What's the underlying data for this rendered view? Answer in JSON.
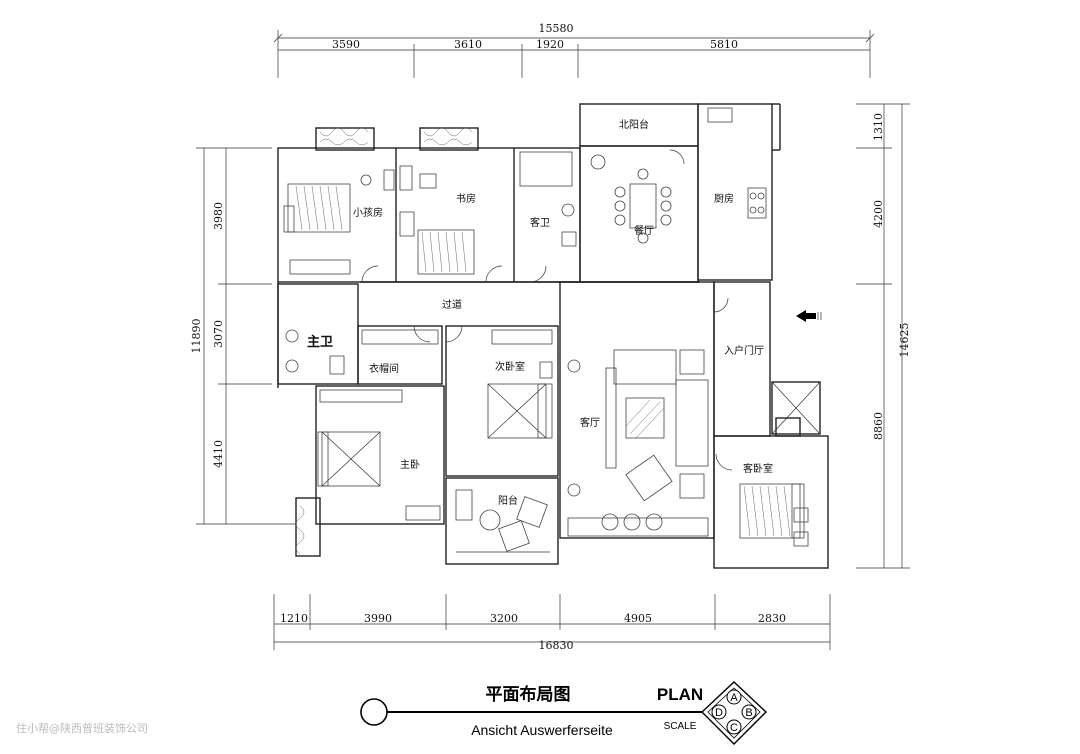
{
  "dimensions": {
    "top_total": "15580",
    "top": [
      "3590",
      "3610",
      "1920",
      "5810"
    ],
    "bottom": [
      "1210",
      "3990",
      "3200",
      "4905",
      "2830"
    ],
    "bottom_total": "16830",
    "left_total": "11890",
    "left": [
      "3980",
      "3070",
      "4410"
    ],
    "right": [
      "1310",
      "4200",
      "8860"
    ],
    "right_total": "14625"
  },
  "rooms": {
    "north_balcony": "北阳台",
    "kids_room": "小孩房",
    "study": "书房",
    "guest_bath": "客卫",
    "dining": "餐厅",
    "kitchen": "厨房",
    "corridor": "过道",
    "master_bath": "主卫",
    "closet": "衣帽间",
    "second_bedroom": "次卧室",
    "entrance": "入户门厅",
    "living": "客厅",
    "master_bedroom": "主卧",
    "balcony": "阳台",
    "guest_bedroom": "客卧室"
  },
  "title": {
    "main": "平面布局图",
    "sub": "Ansicht Auswerferseite",
    "plan": "PLAN",
    "scale": "SCALE"
  },
  "compass": {
    "a": "A",
    "b": "B",
    "c": "C",
    "d": "D"
  },
  "watermark": "住小帮@陕西曾班装饰公司"
}
